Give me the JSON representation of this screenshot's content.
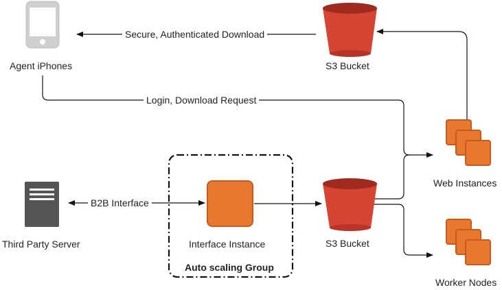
{
  "nodes": {
    "agent_iphones": "Agent iPhones",
    "s3_bucket_top": "S3 Bucket",
    "s3_bucket_bottom": "S3 Bucket",
    "web_instances": "Web Instances",
    "worker_nodes": "Worker Nodes",
    "third_party_server": "Third Party Server",
    "interface_instance": "Interface Instance"
  },
  "group": {
    "label": "Auto scaling Group"
  },
  "edges": {
    "secure_download": "Secure, Authenticated Download",
    "login_request": "Login, Download Request",
    "b2b_interface": "B2B Interface"
  },
  "colors": {
    "orange": "#e8782f",
    "orange_dark": "#c65c1c",
    "red": "#d64434",
    "red_dark": "#9e2a20",
    "gray_phone": "#cfcfcf",
    "gray_server": "#555555"
  }
}
